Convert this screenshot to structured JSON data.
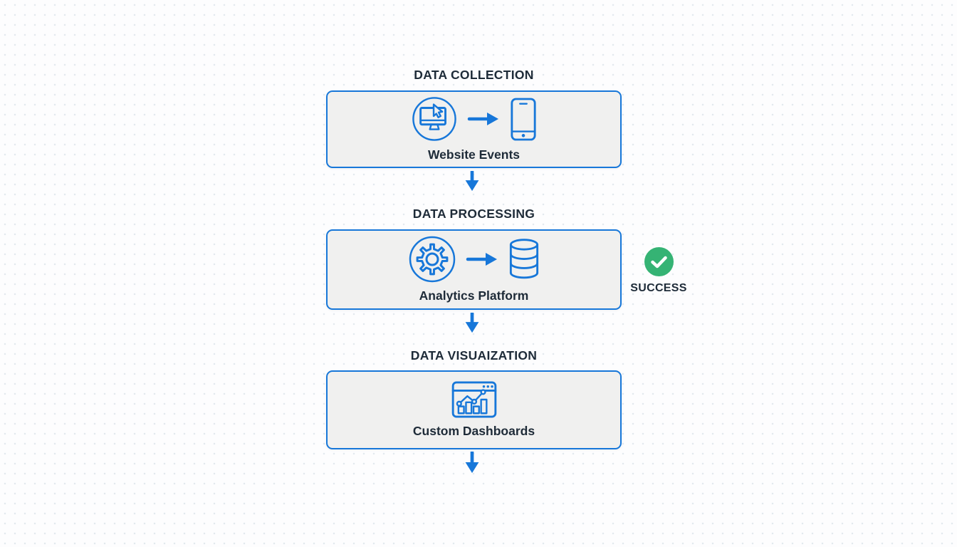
{
  "diagram": {
    "sections": [
      {
        "title": "DATA COLLECTION",
        "label": "Website Events",
        "icons": [
          "monitor-cursor-icon",
          "arrow-right-icon",
          "smartphone-icon"
        ]
      },
      {
        "title": "DATA PROCESSING",
        "label": "Analytics Platform",
        "icons": [
          "gear-icon",
          "arrow-right-icon",
          "database-icon"
        ]
      },
      {
        "title": "DATA VISUAIZATION",
        "label": "Custom Dashboards",
        "icons": [
          "dashboard-chart-icon"
        ]
      }
    ],
    "status": {
      "label": "SUCCESS",
      "icon": "check-circle-icon"
    }
  },
  "colors": {
    "accent_blue": "#1777d9",
    "success_green": "#35b374",
    "box_fill": "#f0f0ef",
    "text_dark": "#1e2b38"
  }
}
